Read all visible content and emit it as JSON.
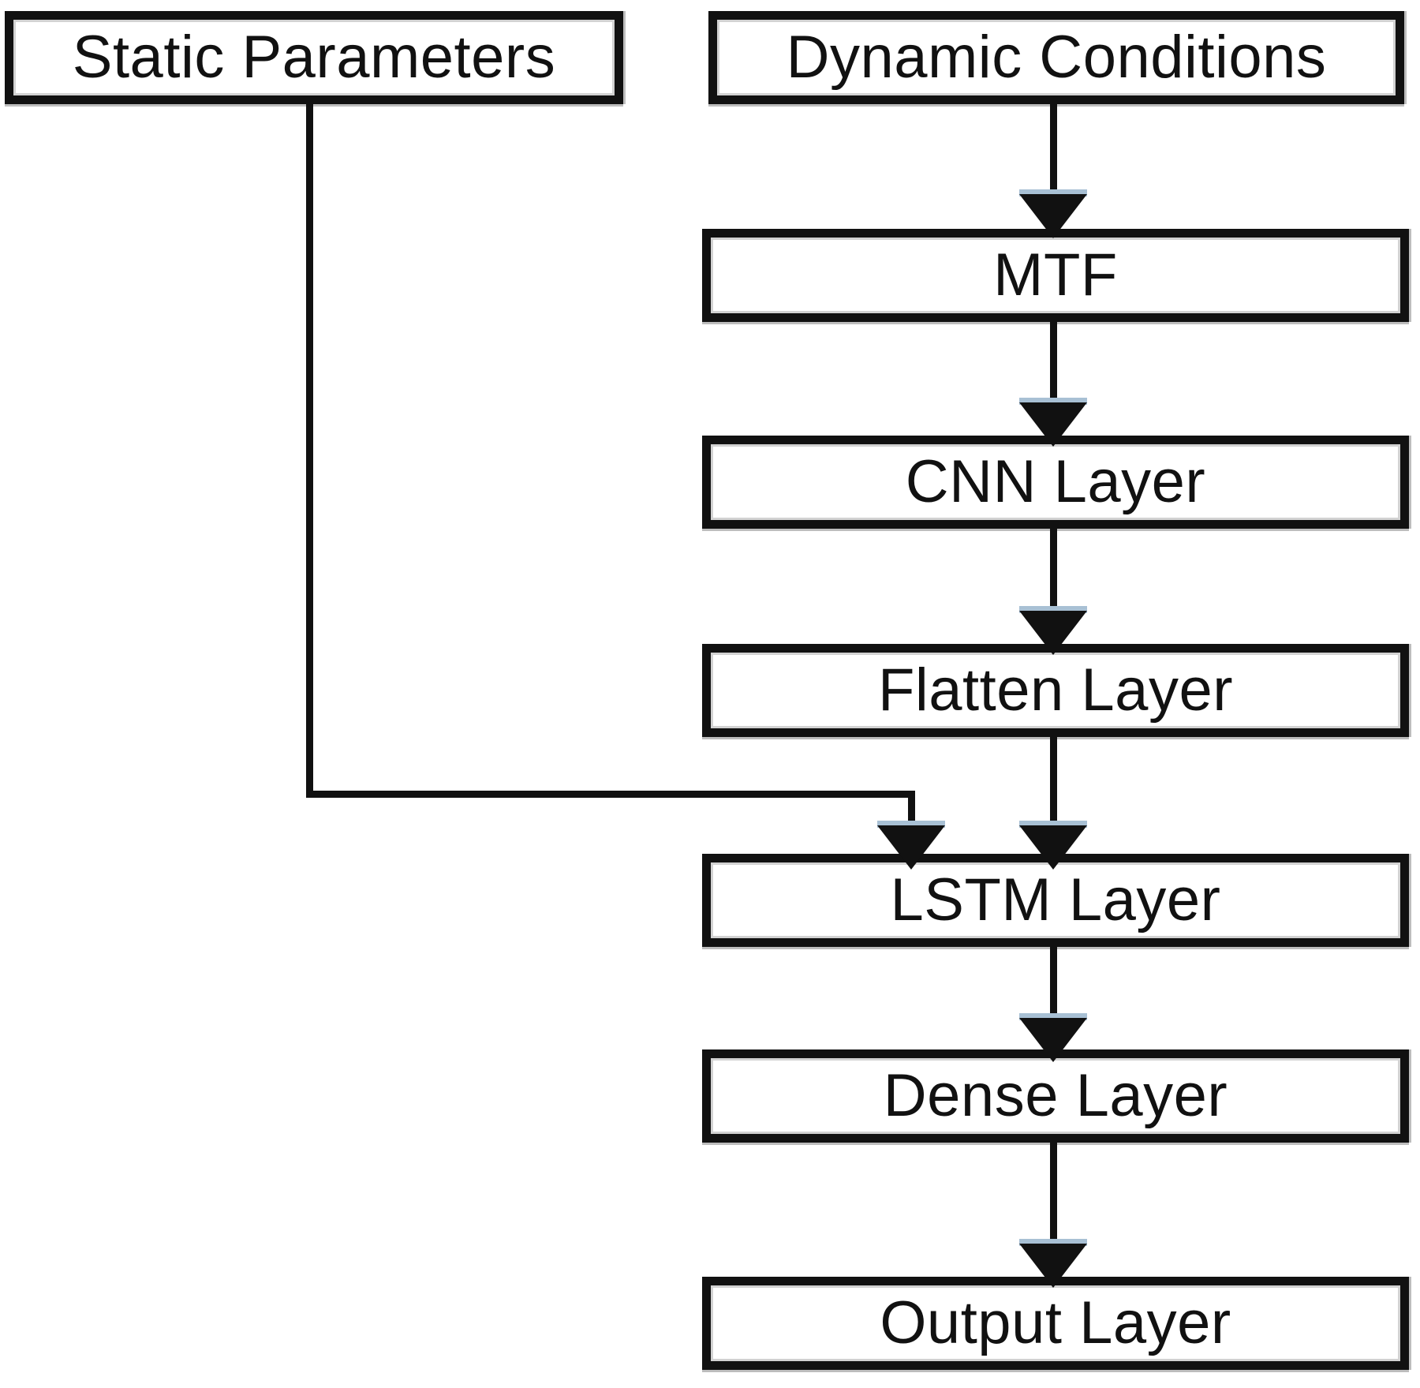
{
  "diagram": {
    "title": "CNN-LSTM hybrid model architecture flowchart",
    "background_color": "#ffffff",
    "node_border_color": "#111111",
    "node_fill_color": "#ffffff",
    "connector_color": "#111111",
    "arrow_cap_color": "#a8c0d4",
    "nodes": [
      {
        "id": "static-parameters",
        "label": "Static Parameters"
      },
      {
        "id": "dynamic-conditions",
        "label": "Dynamic Conditions"
      },
      {
        "id": "mtf",
        "label": "MTF"
      },
      {
        "id": "cnn-layer",
        "label": "CNN Layer"
      },
      {
        "id": "flatten-layer",
        "label": "Flatten Layer"
      },
      {
        "id": "lstm-layer",
        "label": "LSTM Layer"
      },
      {
        "id": "dense-layer",
        "label": "Dense Layer"
      },
      {
        "id": "output-layer",
        "label": "Output Layer"
      }
    ],
    "edges": [
      {
        "from": "dynamic-conditions",
        "to": "mtf"
      },
      {
        "from": "mtf",
        "to": "cnn-layer"
      },
      {
        "from": "cnn-layer",
        "to": "flatten-layer"
      },
      {
        "from": "flatten-layer",
        "to": "lstm-layer"
      },
      {
        "from": "static-parameters",
        "to": "lstm-layer"
      },
      {
        "from": "lstm-layer",
        "to": "dense-layer"
      },
      {
        "from": "dense-layer",
        "to": "output-layer"
      }
    ]
  }
}
